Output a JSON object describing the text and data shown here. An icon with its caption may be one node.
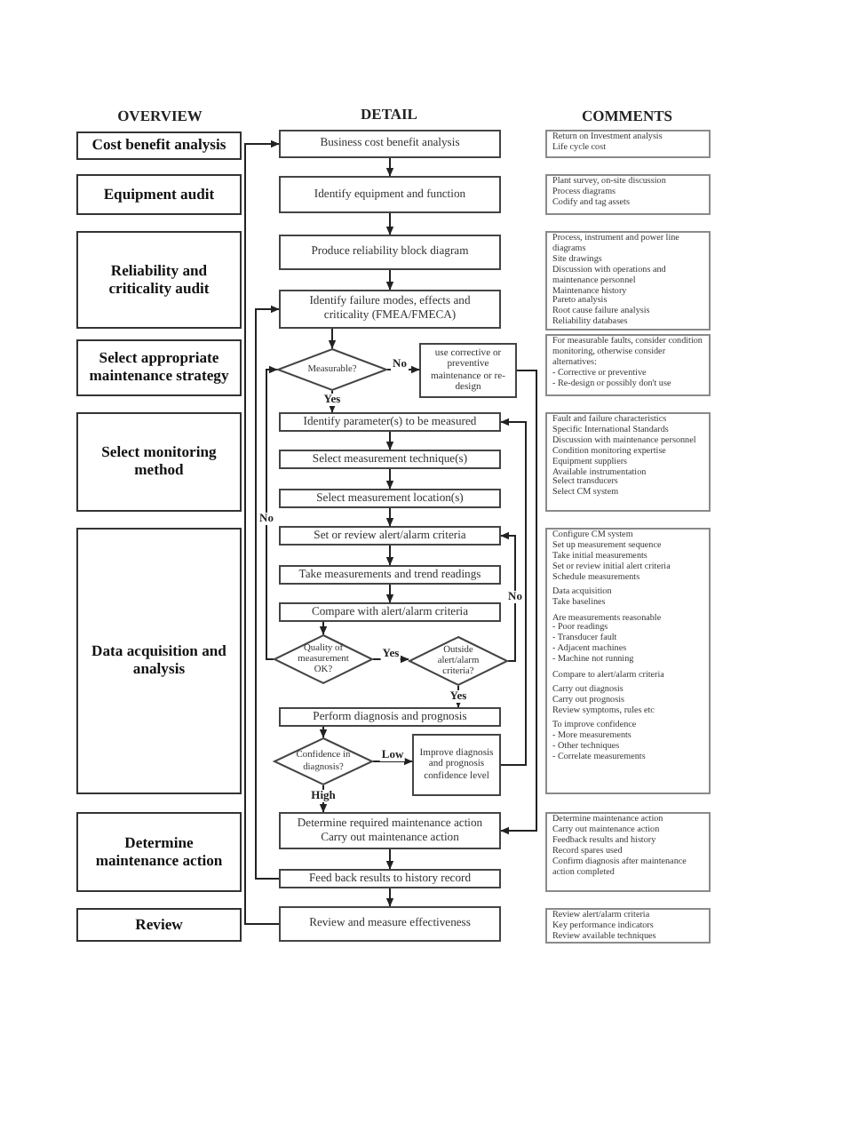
{
  "diagram": {
    "nodes": [
      {
        "text": [
          "Cost benefit analysis"
        ]
      },
      {
        "text": [
          "Equipment audit"
        ]
      },
      {
        "text": [
          "Reliability and criticality audit"
        ]
      },
      {
        "text": [
          "Select appropriate maintenance strategy"
        ]
      },
      {
        "text": [
          "Select monitoring method"
        ]
      },
      {
        "text": [
          "Data acquisition and analysis"
        ]
      },
      {
        "text": [
          "Determine maintenance action"
        ]
      },
      {
        "text": [
          "Review"
        ]
      },
      {
        "text": [
          "Business cost benefit analysis"
        ]
      },
      {
        "text": [
          "Identify equipment and function"
        ]
      },
      {
        "text": [
          "Produce reliability block diagram"
        ]
      },
      {
        "text": [
          "Identify failure modes, effects and criticality (FMEA/FMECA)"
        ]
      },
      {
        "text": [
          "Measurable?"
        ]
      },
      {
        "text": [
          "use corrective or preventive maintenance or re-design"
        ]
      },
      {
        "text": [
          "Identify parameter(s) to be measured"
        ]
      },
      {
        "text": [
          "Select measurement technique(s)"
        ]
      },
      {
        "text": [
          "Select measurement location(s)"
        ]
      },
      {
        "text": [
          "Set or review alert/alarm criteria"
        ]
      },
      {
        "text": [
          "Take measurements and trend readings"
        ]
      },
      {
        "text": [
          "Compare with alert/alarm criteria"
        ]
      },
      {
        "text": [
          "Quality of measurement OK?"
        ]
      },
      {
        "text": [
          "Outside alert/alarm criteria?"
        ]
      },
      {
        "text": [
          "Perform diagnosis and prognosis"
        ]
      },
      {
        "text": [
          "Confidence in diagnosis?"
        ]
      },
      {
        "text": [
          "Improve diagnosis and prognosis confidence level"
        ]
      },
      {
        "text": [
          "Determine required maintenance action",
          "Carry out maintenance action"
        ]
      },
      {
        "text": [
          "Feed back results to history record"
        ]
      },
      {
        "text": [
          "Review and measure effectiveness"
        ]
      },
      {
        "text": [
          "Return on Investment analysis",
          "Life cycle cost"
        ]
      },
      {
        "text": [
          "Plant survey, on-site discussion",
          "Process diagrams",
          "Codify and tag assets"
        ]
      },
      {
        "text": [
          "Process, instrument and power line diagrams",
          "Site drawings",
          "Discussion with operations and maintenance personnel",
          "Maintenance history",
          "Pareto analysis",
          "Root cause failure analysis",
          "Reliability databases"
        ]
      },
      {
        "text": [
          "For measurable faults, consider condition monitoring, otherwise consider alternatives:",
          "- Corrective or preventive",
          "- Re-design or possibly don't use"
        ]
      },
      {
        "text": [
          "Fault and failure characteristics",
          "Specific International Standards",
          "Discussion with maintenance personnel",
          "Condition monitoring expertise",
          "Equipment suppliers",
          "Available instrumentation",
          "Select transducers",
          "Select CM system"
        ]
      },
      {
        "text": [
          "Configure CM system",
          "Set up measurement sequence",
          "Take initial measurements",
          "Set or review initial alert criteria",
          "Schedule measurements",
          "Data acquisition",
          "Take baselines",
          "Are measurements reasonable",
          "- Poor readings",
          "- Transducer fault",
          "- Adjacent machines",
          "- Machine not running",
          "Compare to alert/alarm criteria",
          "Carry out diagnosis",
          "Carry out prognosis",
          "Review symptoms, rules etc",
          "To improve confidence",
          "- More measurements",
          "- Other techniques",
          "- Correlate measurements"
        ]
      },
      {
        "text": [
          "Determine maintenance action",
          "Carry out maintenance action",
          "Feedback results and history",
          "Record spares used",
          "Confirm diagnosis after maintenance action completed"
        ]
      },
      {
        "text": [
          "Review alert/alarm criteria",
          "Key performance indicators",
          "Review available techniques"
        ]
      }
    ],
    "edges": [
      {
        "from": 8,
        "to": 9,
        "arrow": "to"
      },
      {
        "from": 9,
        "to": 10,
        "arrow": "to"
      },
      {
        "from": 10,
        "to": 11,
        "arrow": "to"
      },
      {
        "from": 11,
        "to": 12,
        "arrow": "to"
      },
      {
        "from": 12,
        "to": 13,
        "arrow": "to",
        "label": "No"
      },
      {
        "from": 12,
        "to": 14,
        "arrow": "to",
        "label": "Yes"
      },
      {
        "from": 14,
        "to": 15,
        "arrow": "to"
      },
      {
        "from": 15,
        "to": 16,
        "arrow": "to"
      },
      {
        "from": 16,
        "to": 17,
        "arrow": "to"
      },
      {
        "from": 17,
        "to": 18,
        "arrow": "to"
      },
      {
        "from": 18,
        "to": 19,
        "arrow": "to"
      },
      {
        "from": 19,
        "to": 20,
        "arrow": "to"
      },
      {
        "from": 20,
        "to": 21,
        "arrow": "to",
        "label": "Yes"
      },
      {
        "from": 20,
        "to": 12,
        "arrow": "to",
        "label": "No"
      },
      {
        "from": 21,
        "to": 22,
        "arrow": "to",
        "label": "Yes"
      },
      {
        "from": 21,
        "to": 17,
        "arrow": "to",
        "label": "No"
      },
      {
        "from": 22,
        "to": 23,
        "arrow": "to"
      },
      {
        "from": 23,
        "to": 24,
        "arrow": "to",
        "label": "Low"
      },
      {
        "from": 23,
        "to": 25,
        "arrow": "to",
        "label": "High"
      },
      {
        "from": 24,
        "to": 14,
        "arrow": "to"
      },
      {
        "from": 13,
        "to": 25,
        "arrow": "to"
      },
      {
        "from": 25,
        "to": 26,
        "arrow": "to"
      },
      {
        "from": 26,
        "to": 27,
        "arrow": "to"
      },
      {
        "from": 26,
        "to": 11,
        "arrow": "to"
      },
      {
        "from": 27,
        "to": 8,
        "arrow": "to"
      }
    ],
    "labels": [
      "OVERVIEW",
      "DETAIL",
      "COMMENTS"
    ]
  }
}
